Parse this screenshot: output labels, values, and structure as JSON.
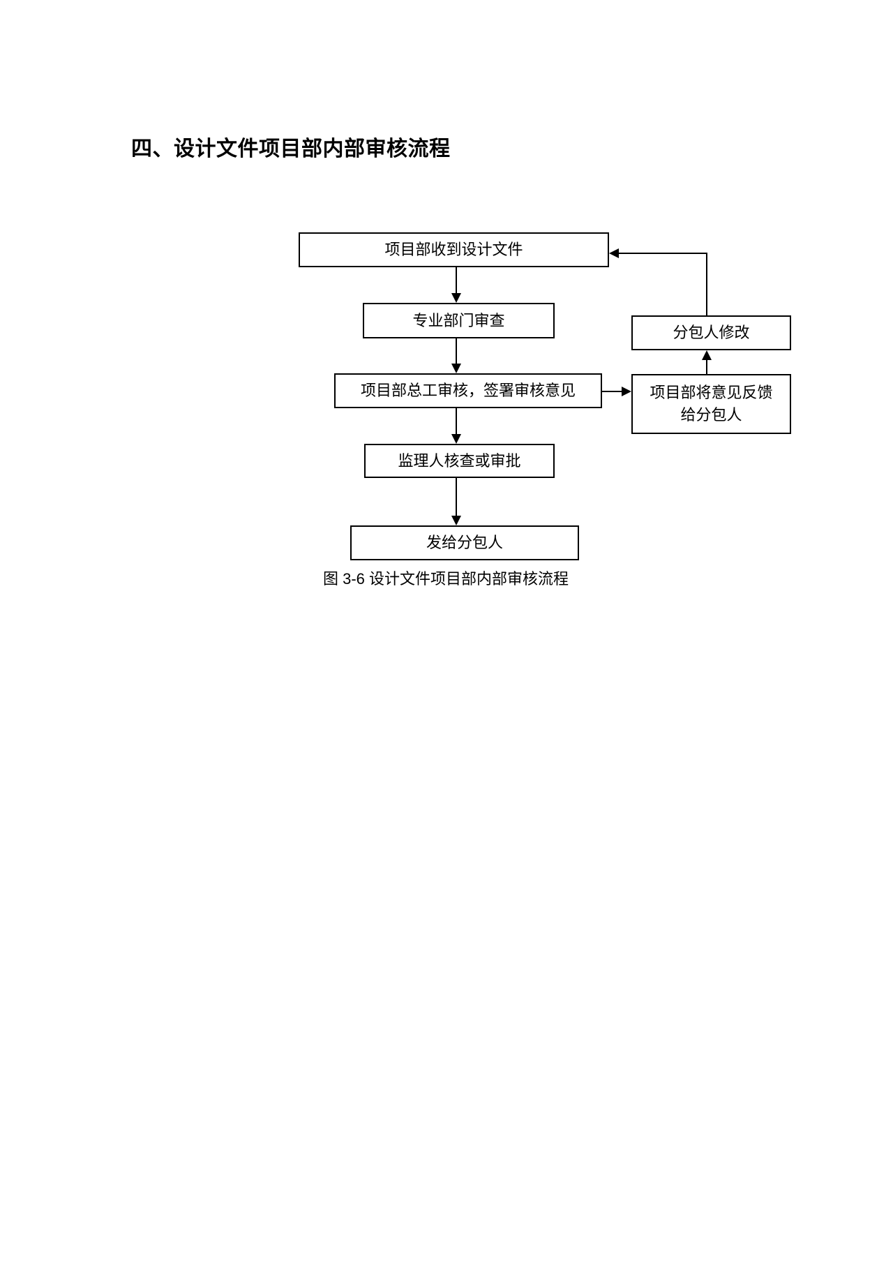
{
  "heading": {
    "text": "四、设计文件项目部内部审核流程"
  },
  "flowchart": {
    "nodes": [
      {
        "id": "receive",
        "label": "项目部收到设计文件"
      },
      {
        "id": "dept",
        "label": "专业部门审查"
      },
      {
        "id": "chief",
        "label": "项目部总工审核，签署审核意见"
      },
      {
        "id": "supervisor",
        "label": "监理人核查或审批"
      },
      {
        "id": "send",
        "label": "发给分包人"
      },
      {
        "id": "modify",
        "label": "分包人修改"
      },
      {
        "id": "feedback",
        "label": "项目部将意见反馈给分包人",
        "line1": "项目部将意见反馈",
        "line2": "给分包人"
      }
    ],
    "edges": [
      {
        "from": "receive",
        "to": "dept"
      },
      {
        "from": "dept",
        "to": "chief"
      },
      {
        "from": "chief",
        "to": "supervisor"
      },
      {
        "from": "supervisor",
        "to": "send"
      },
      {
        "from": "chief",
        "to": "feedback"
      },
      {
        "from": "feedback",
        "to": "modify"
      },
      {
        "from": "modify",
        "to": "receive"
      }
    ],
    "line_color": "#000000",
    "box_background": "#ffffff"
  },
  "caption": {
    "text": "图 3-6  设计文件项目部内部审核流程"
  }
}
